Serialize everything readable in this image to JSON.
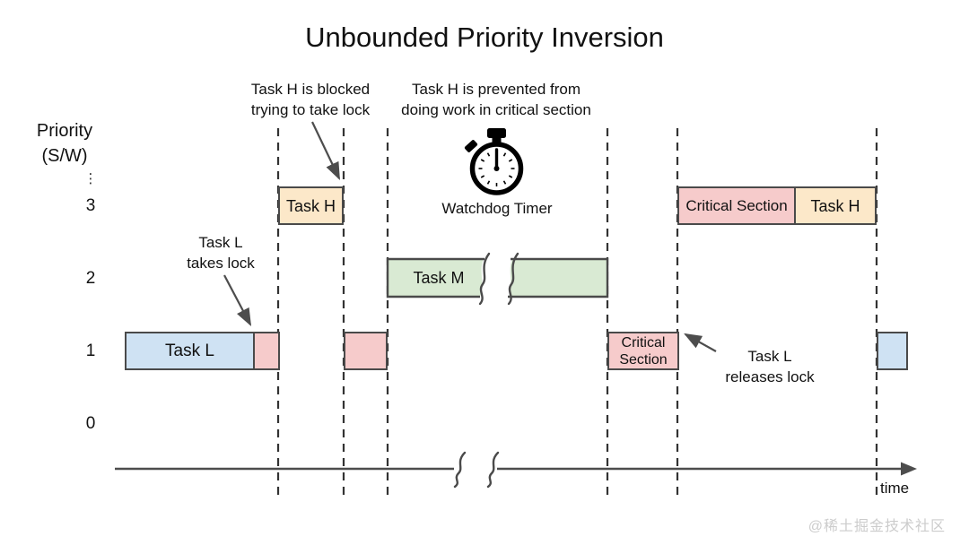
{
  "title": "Unbounded Priority Inversion",
  "watermark": "@稀土掘金技术社区",
  "axis": {
    "y_label_line1": "Priority",
    "y_label_line2": "(S/W)",
    "ellipsis": "⋮",
    "levels": [
      "3",
      "2",
      "1",
      "0"
    ],
    "x_label": "time"
  },
  "annotations": {
    "blocked": {
      "line1": "Task H is blocked",
      "line2": "trying to take lock"
    },
    "prevented": {
      "line1": "Task H is prevented from",
      "line2": "doing work in critical section"
    },
    "takes_lock": {
      "line1": "Task L",
      "line2": "takes lock"
    },
    "releases_lock": {
      "line1": "Task L",
      "line2": "releases lock"
    }
  },
  "watchdog": {
    "icon": "stopwatch-icon",
    "label": "Watchdog Timer"
  },
  "bars": {
    "task_l": "Task L",
    "task_h_blocked": "Task H",
    "task_m": "Task M",
    "critical_section_high": "Critical Section",
    "task_h_resumed": "Task H",
    "critical_section_low_line1": "Critical",
    "critical_section_low_line2": "Section"
  },
  "colors": {
    "blue": "#cfe2f3",
    "pink": "#f6cbcb",
    "tan": "#fce8c9",
    "green": "#d9ead3",
    "border": "#4a4a4a",
    "dash": "#333333",
    "arrow": "#4d4d4d",
    "watermark": "#cccccc",
    "text": "#111111"
  }
}
